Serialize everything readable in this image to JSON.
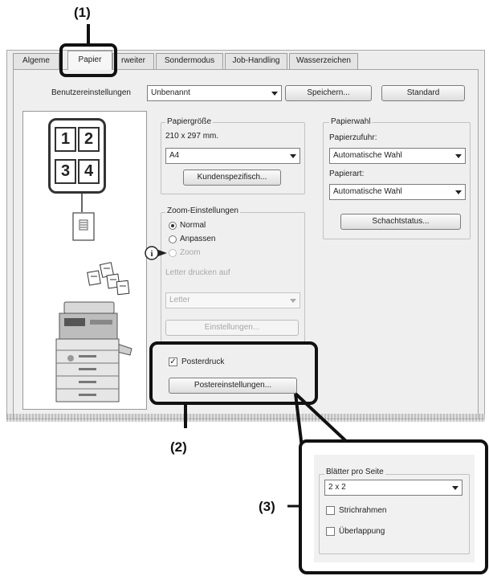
{
  "callouts": [
    "(1)",
    "(2)",
    "(3)"
  ],
  "tabs": [
    {
      "label": "Algeme",
      "active": false
    },
    {
      "label": "Papier",
      "active": true
    },
    {
      "label": "rweiter",
      "active": false
    },
    {
      "label": "Sondermodus",
      "active": false
    },
    {
      "label": "Job-Handling",
      "active": false
    },
    {
      "label": "Wasserzeichen",
      "active": false
    }
  ],
  "user_settings": {
    "label": "Benutzereinstellungen",
    "value": "Unbenannt",
    "save_button": "Speichern...",
    "default_button": "Standard"
  },
  "preview": {
    "cells": [
      "1",
      "2",
      "3",
      "4"
    ]
  },
  "paper_size": {
    "title": "Papiergröße",
    "dimensions": "210 x 297 mm.",
    "value": "A4",
    "custom_button": "Kundenspezifisch..."
  },
  "zoom": {
    "title": "Zoom-Einstellungen",
    "options": [
      "Normal",
      "Anpassen",
      "Zoom"
    ],
    "selected": "Normal",
    "fit_label": "Letter drucken auf",
    "fit_value": "Letter",
    "settings_button": "Einstellungen..."
  },
  "poster": {
    "checkbox_label": "Posterdruck",
    "checked": true,
    "settings_button": "Postereinstellungen..."
  },
  "paper_selection": {
    "title": "Papierwahl",
    "source_label": "Papierzufuhr:",
    "source_value": "Automatische Wahl",
    "type_label": "Papierart:",
    "type_value": "Automatische Wahl",
    "tray_status_button": "Schachtstatus..."
  },
  "poster_settings": {
    "title": "Blätter pro Seite",
    "value": "2 x 2",
    "line_frame_label": "Strichrahmen",
    "overlap_label": "Überlappung"
  }
}
